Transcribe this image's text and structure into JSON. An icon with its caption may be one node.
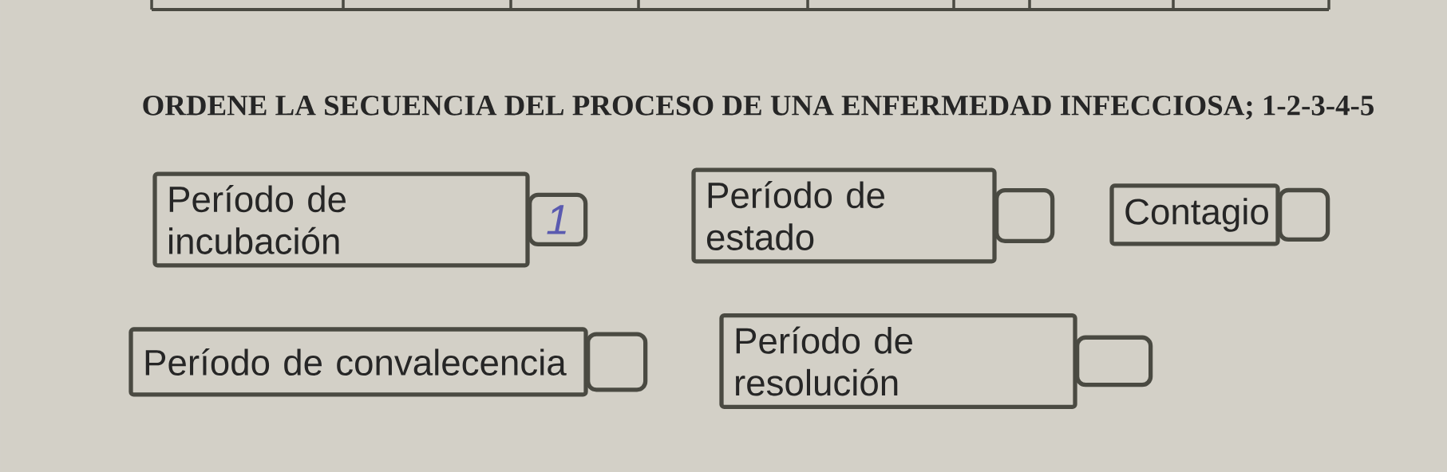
{
  "diagram": {
    "title": "ORDENE LA SECUENCIA DEL  PROCESO DE UNA ENFERMEDAD INFECCIOSA; 1-2-3-4-5",
    "nodes": [
      {
        "text": [
          "Período de incubación"
        ],
        "beside": [
          "1"
        ]
      },
      {
        "text": [
          "Período de estado"
        ]
      },
      {
        "text": [
          "Contagio"
        ]
      },
      {
        "text": [
          "Período de convalecencia"
        ]
      },
      {
        "text": [
          "Período de resolución"
        ]
      }
    ]
  }
}
